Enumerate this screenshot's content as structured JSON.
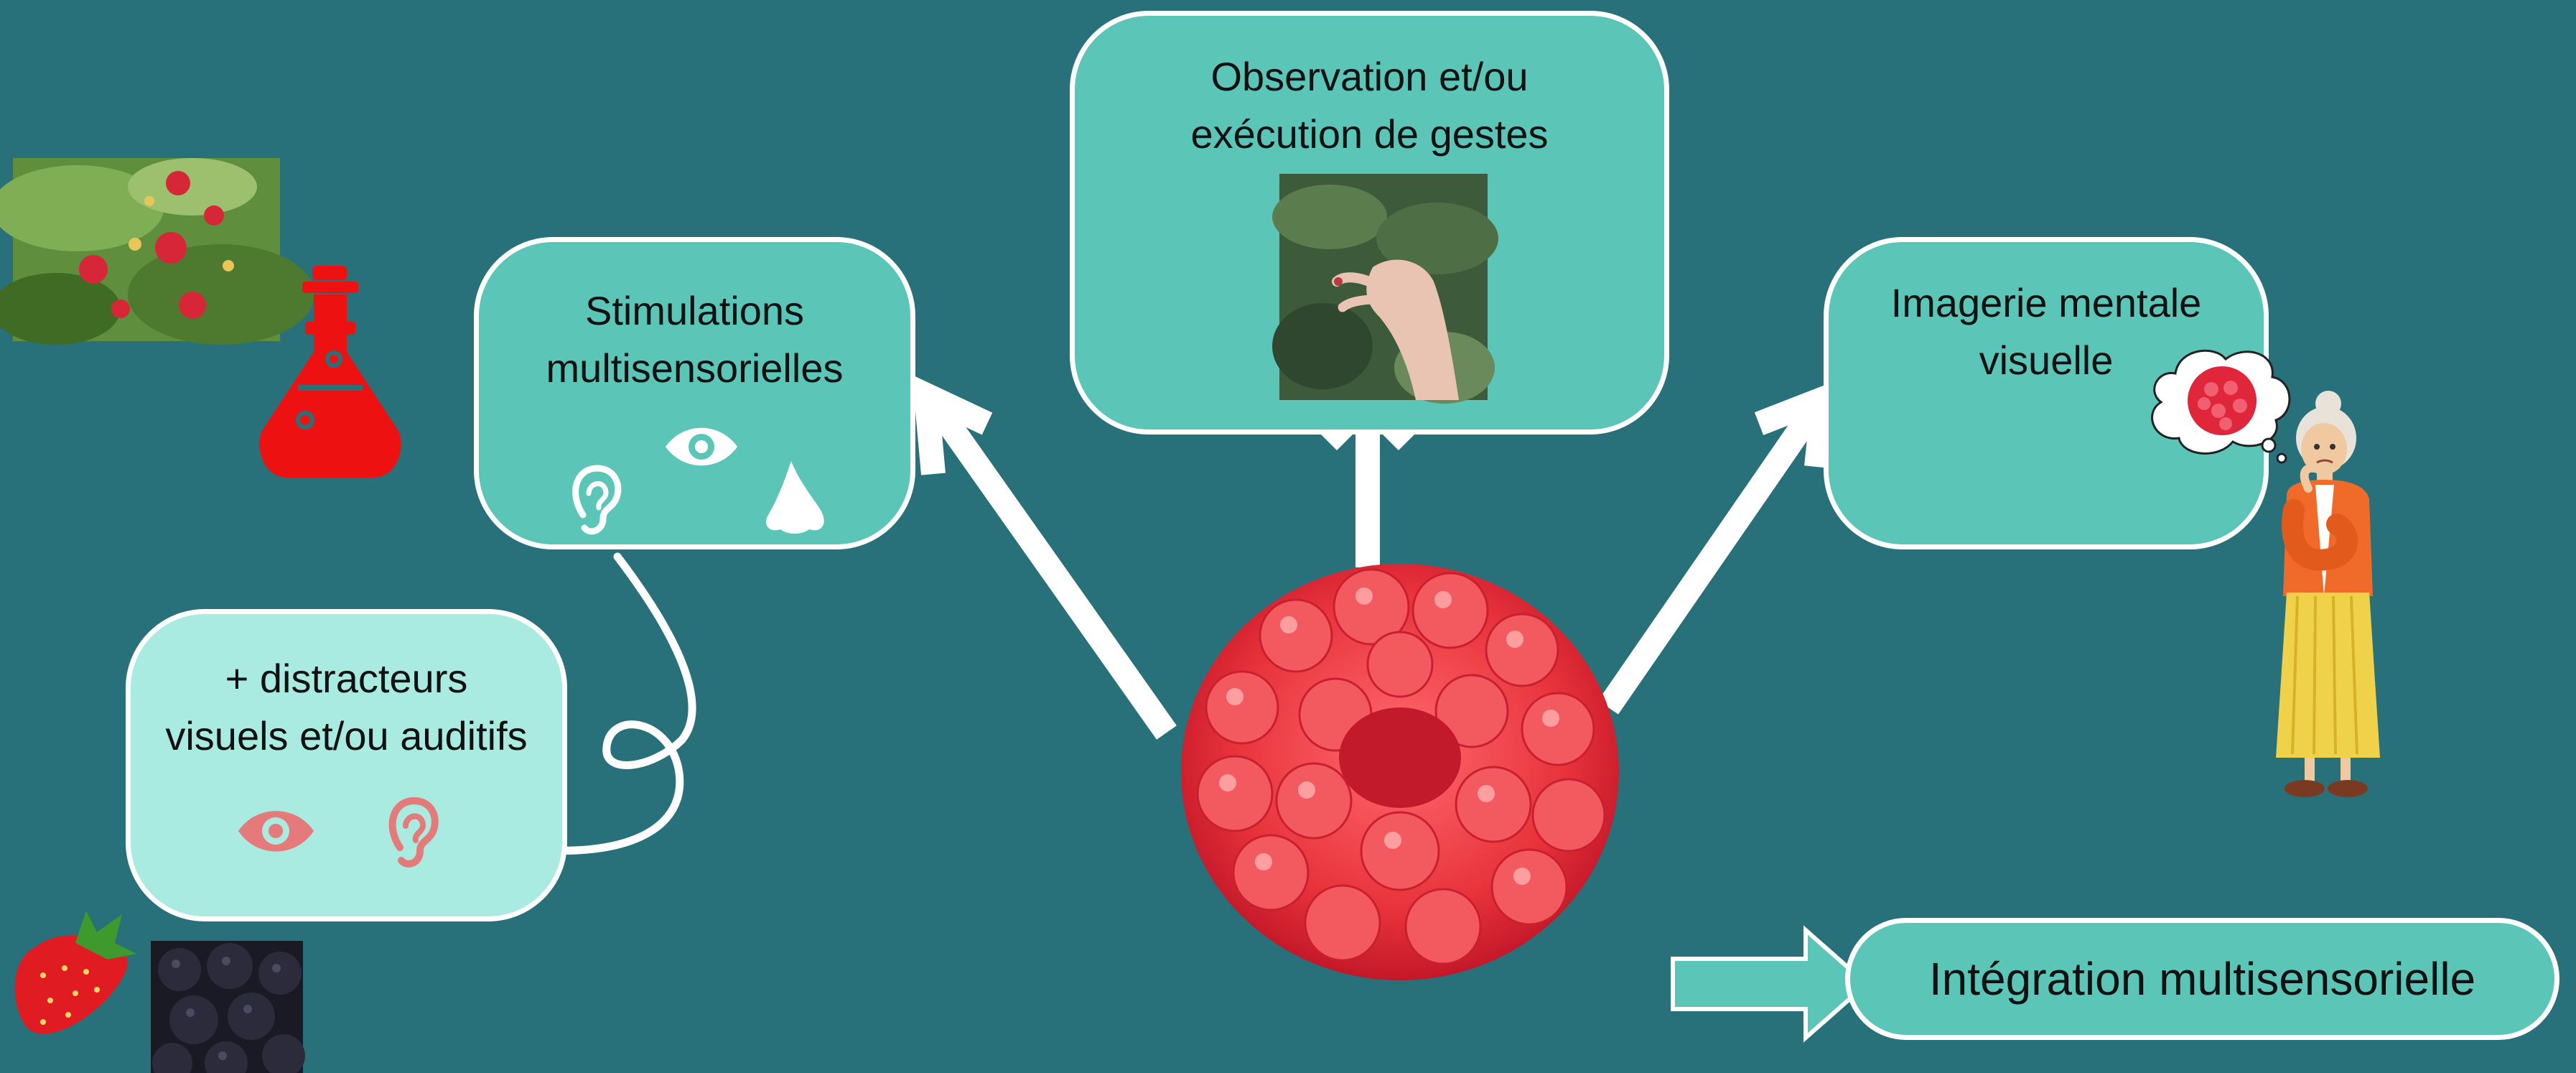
{
  "nodes": {
    "stimulations": {
      "line1": "Stimulations",
      "line2": "multisensorielles"
    },
    "observation": {
      "line1": "Observation et/ou",
      "line2": "exécution de gestes"
    },
    "imagerie": {
      "line1": "Imagerie mentale",
      "line2": "visuelle"
    },
    "distracteurs": {
      "line1": "+ distracteurs",
      "line2": "visuels et/ou auditifs"
    },
    "integration": {
      "label": "Intégration multisensorielle"
    }
  },
  "icons": {
    "stimulations": [
      "ear-icon",
      "eye-icon",
      "nose-icon"
    ],
    "distracteurs": [
      "eye-icon",
      "ear-icon"
    ],
    "decor": [
      "raspberry-bush-photo",
      "potion-bottle-icon",
      "strawberry-icon",
      "blackberry-photo",
      "raspberry-image",
      "elderly-woman-thinking-illustration"
    ]
  },
  "colors": {
    "background": "#28717b",
    "box_teal": "#5bc5b7",
    "box_pale": "#a9ebe1",
    "arrows": "#ffffff",
    "bottle": "#ee1111",
    "distractor_icons": "#e57a7a",
    "raspberry": "#e8323a"
  }
}
